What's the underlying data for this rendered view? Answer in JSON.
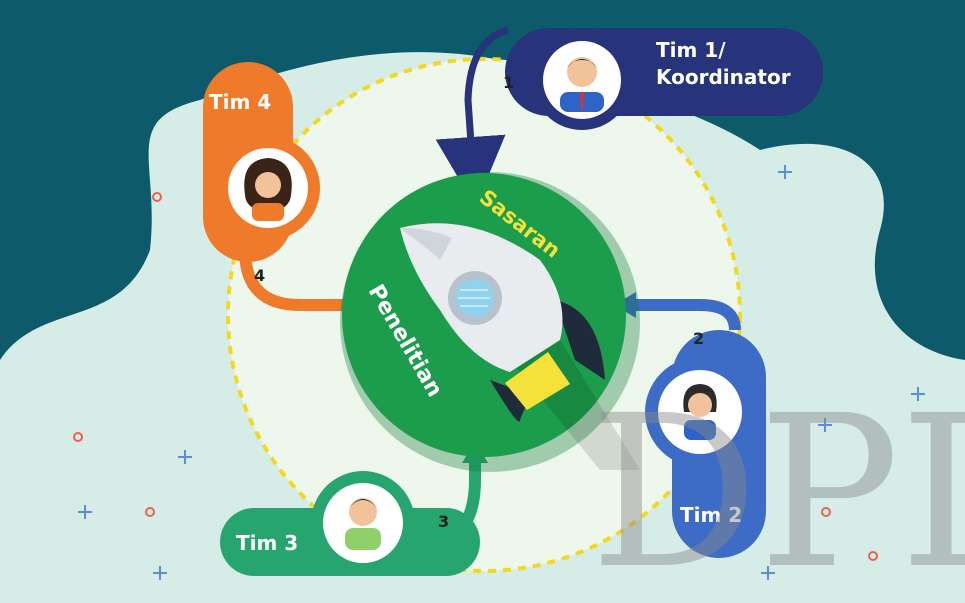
{
  "center": {
    "label_top": "Sasaran",
    "label_bottom": "Penelitian"
  },
  "teams": [
    {
      "label_line1": "Tim 1/",
      "label_line2": "Koordinator",
      "step": "1",
      "color": "#27337a"
    },
    {
      "label_line1": "Tim 2",
      "step": "2",
      "color": "#3d6cc7"
    },
    {
      "label_line1": "Tim 3",
      "step": "3",
      "color": "#27a56f"
    },
    {
      "label_line1": "Tim 4",
      "step": "4",
      "color": "#ef7a2a"
    }
  ],
  "watermark": "DPI",
  "colors": {
    "background": "#0d5a6b",
    "blob": "#d6ece7",
    "inner_circle": "#eef7ec",
    "dashed_ring": "#f4d81f",
    "center_green": "#1b9d4b"
  },
  "icons": [
    "rocket-icon",
    "person-icon",
    "star-icon",
    "dot-icon"
  ]
}
